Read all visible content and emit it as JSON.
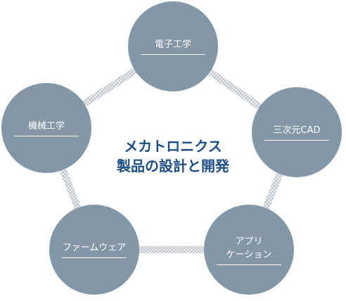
{
  "center": {
    "line1": "メカトロニクス",
    "line2": "製品の設計と開発"
  },
  "nodes": [
    {
      "lines": [
        "電子工学"
      ]
    },
    {
      "lines": [
        "三次元CAD"
      ]
    },
    {
      "lines": [
        "アプリ",
        "ケーション"
      ]
    },
    {
      "lines": [
        "ファームウェア"
      ]
    },
    {
      "lines": [
        "機械工学"
      ]
    }
  ],
  "colors": {
    "node_fill": "#8497a7",
    "node_text": "#ffffff",
    "center_text": "#1d4f86",
    "ring": "#c5ccd3"
  }
}
